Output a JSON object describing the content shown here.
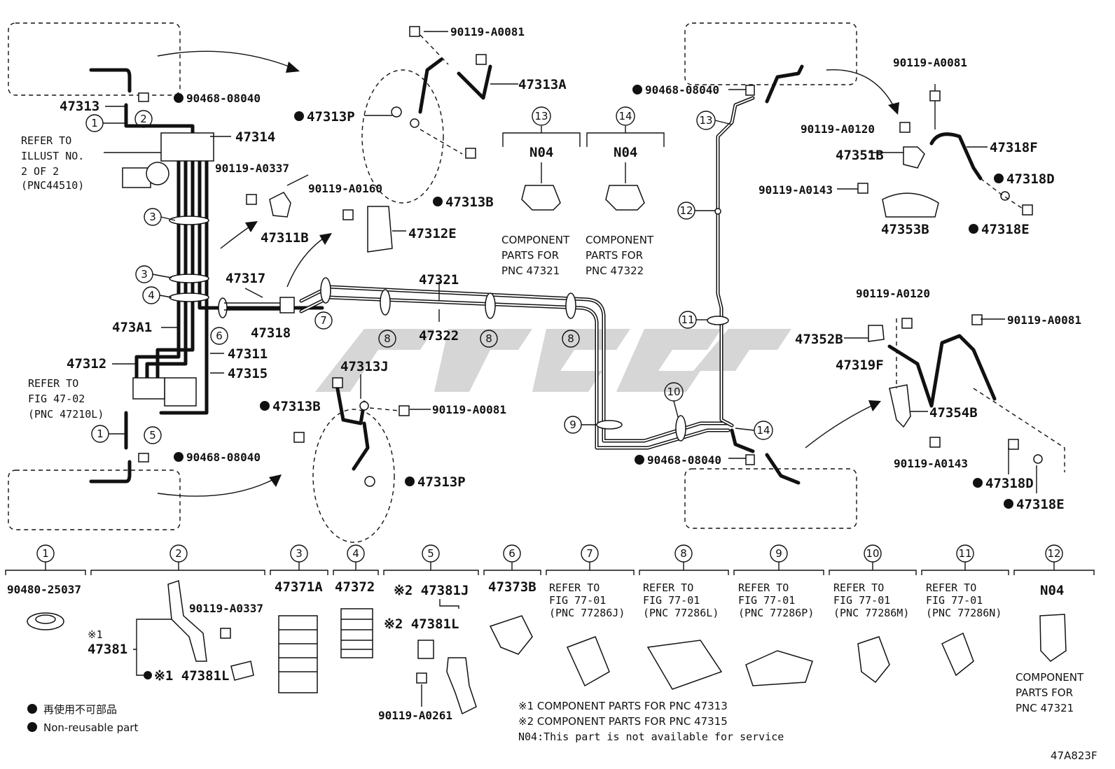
{
  "labels": {
    "p47313": "47313",
    "p90468_top": "90468-08040",
    "refer_top_1": "REFER TO",
    "refer_top_2": "ILLUST NO.",
    "refer_top_3": "2 OF 2",
    "refer_top_4": "(PNC44510)",
    "p47314": "47314",
    "p90119_A0337": "90119-A0337",
    "p47311B": "47311B",
    "p90119_A0160": "90119-A0160",
    "p47312E": "47312E",
    "p47317": "47317",
    "p47318": "47318",
    "p473A1": "473A1",
    "p47311": "47311",
    "p47312": "47312",
    "p47315": "47315",
    "refer_mid_1": "REFER TO",
    "refer_mid_2": "FIG 47-02",
    "refer_mid_3": "(PNC 47210L)",
    "p90468_bot": "90468-08040",
    "p90119_A0081_a": "90119-A0081",
    "p47313A": "47313A",
    "p47313P_a": "47313P",
    "p47313B_a": "47313B",
    "n04_13": "N04",
    "n04_14": "N04",
    "comp_13_1": "COMPONENT",
    "comp_13_2": "PARTS FOR",
    "comp_13_3": "PNC 47321",
    "comp_14_1": "COMPONENT",
    "comp_14_2": "PARTS FOR",
    "comp_14_3": "PNC 47322",
    "p47321": "47321",
    "p47322": "47322",
    "p47313J": "47313J",
    "p47313B_b": "47313B",
    "p90119_A0081_b": "90119-A0081",
    "p47313P_b": "47313P",
    "p90468_right_top": "90468-08040",
    "p90468_right_bot": "90468-08040",
    "p90119_A0081_c": "90119-A0081",
    "p90119_A0120_a": "90119-A0120",
    "p47351B": "47351B",
    "p47318F": "47318F",
    "p90119_A0143_a": "90119-A0143",
    "p47318D_a": "47318D",
    "p47353B": "47353B",
    "p47318E_a": "47318E",
    "p90119_A0120_b": "90119-A0120",
    "p90119_A0081_d": "90119-A0081",
    "p47352B": "47352B",
    "p47319F": "47319F",
    "p47354B": "47354B",
    "p90119_A0143_b": "90119-A0143",
    "p47318D_b": "47318D",
    "p47318E_b": "47318E"
  },
  "callouts": [
    "1",
    "2",
    "3",
    "3",
    "4",
    "6",
    "7",
    "8",
    "8",
    "8",
    "1",
    "5",
    "13",
    "14",
    "13",
    "12",
    "11",
    "10",
    "9",
    "14"
  ],
  "bottom": {
    "nums": [
      "1",
      "2",
      "3",
      "4",
      "5",
      "6",
      "7",
      "8",
      "9",
      "10",
      "11",
      "12"
    ],
    "c1": "90480-25037",
    "c2_bolt": "90119-A0337",
    "c2_mark1": "※1",
    "c2_part": "47381",
    "c2_sub": "※1 47381L",
    "c3": "47371A",
    "c4": "47372",
    "c5_a": "※2  47381J",
    "c5_b": "※2 47381L",
    "c5_bolt": "90119-A0261",
    "c6": "47373B",
    "c7": [
      "REFER TO",
      "FIG 77-01",
      "(PNC 77286J)"
    ],
    "c8": [
      "REFER TO",
      "FIG 77-01",
      "(PNC 77286L)"
    ],
    "c9": [
      "REFER TO",
      "FIG 77-01",
      "(PNC 77286P)"
    ],
    "c10": [
      "REFER TO",
      "FIG 77-01",
      "(PNC 77286M)"
    ],
    "c11": [
      "REFER TO",
      "FIG 77-01",
      "(PNC 77286N)"
    ],
    "c12": "N04",
    "c12_note": [
      "COMPONENT",
      "PARTS FOR",
      "PNC 47321"
    ]
  },
  "legend": {
    "jp": "再使用不可部品",
    "en": "Non-reusable part",
    "note1": "※1 COMPONENT PARTS FOR PNC 47313",
    "note2": "※2 COMPONENT PARTS FOR PNC 47315",
    "note3": "N04:This part is not available for service"
  },
  "figure_id": "47A823F"
}
